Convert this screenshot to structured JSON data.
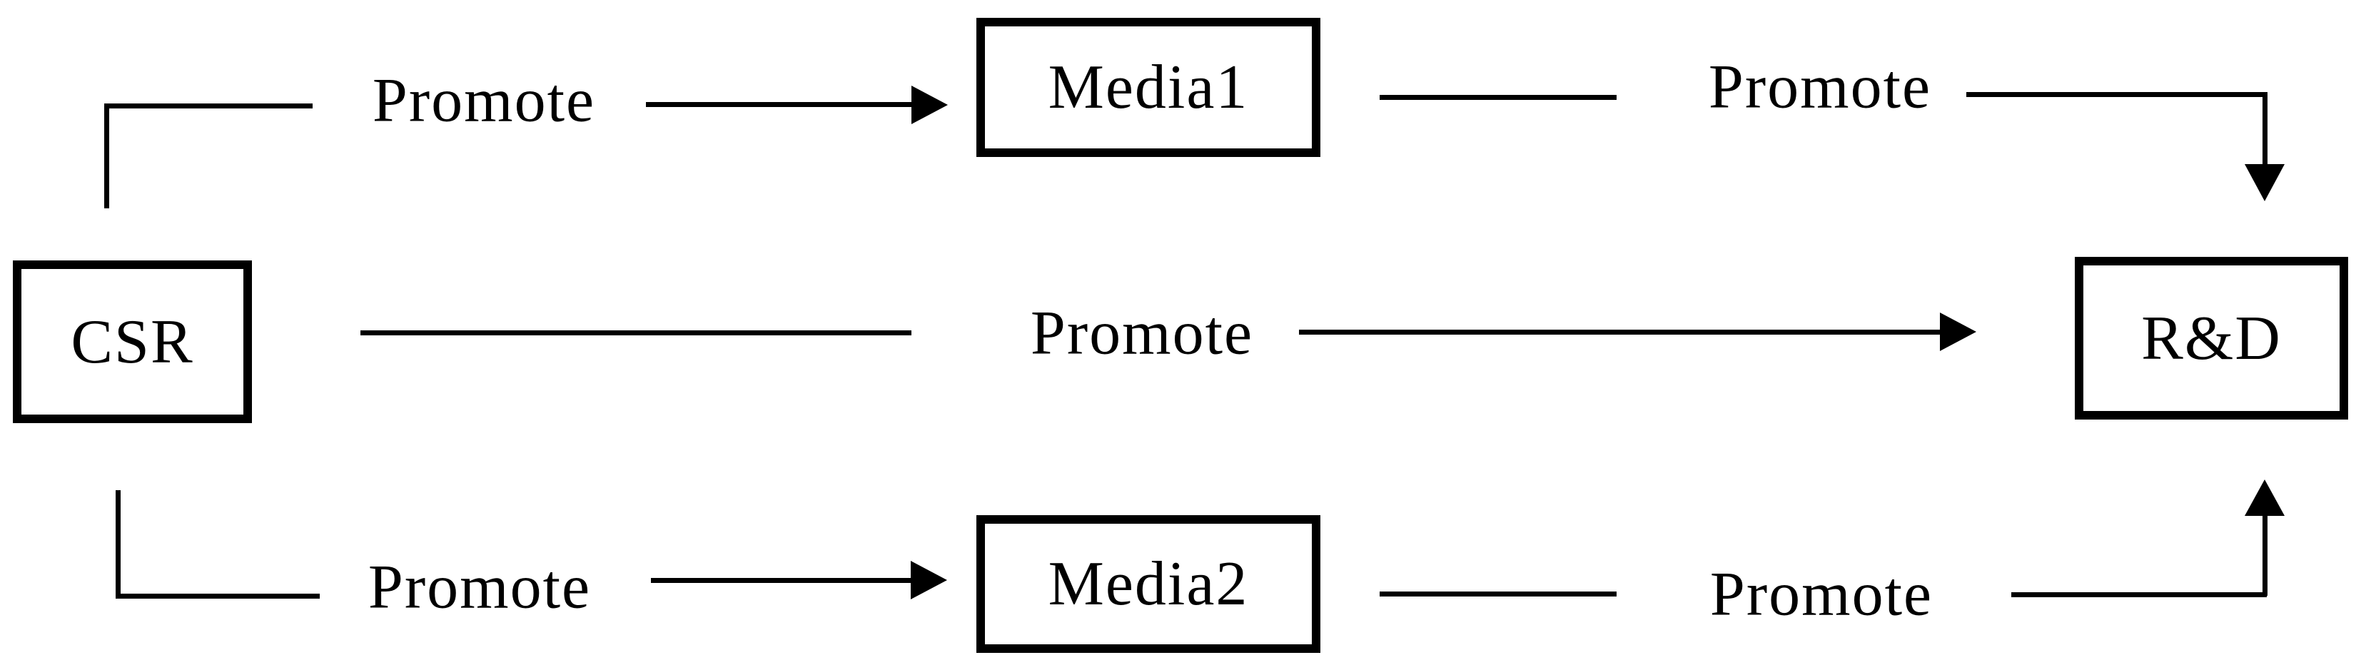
{
  "diagram": {
    "background_color": "#ffffff",
    "line_color": "#000000",
    "nodes": {
      "csr": {
        "label": "CSR"
      },
      "media1": {
        "label": "Media1"
      },
      "media2": {
        "label": "Media2"
      },
      "rnd": {
        "label": "R&D"
      }
    },
    "edges": {
      "csr_to_media1": {
        "label": "Promote",
        "from": "CSR",
        "to": "Media1"
      },
      "media1_to_rnd": {
        "label": "Promote",
        "from": "Media1",
        "to": "R&D"
      },
      "csr_to_rnd": {
        "label": "Promote",
        "from": "CSR",
        "to": "R&D"
      },
      "csr_to_media2": {
        "label": "Promote",
        "from": "CSR",
        "to": "Media2"
      },
      "media2_to_rnd": {
        "label": "Promote",
        "from": "Media2",
        "to": "R&D"
      }
    }
  }
}
